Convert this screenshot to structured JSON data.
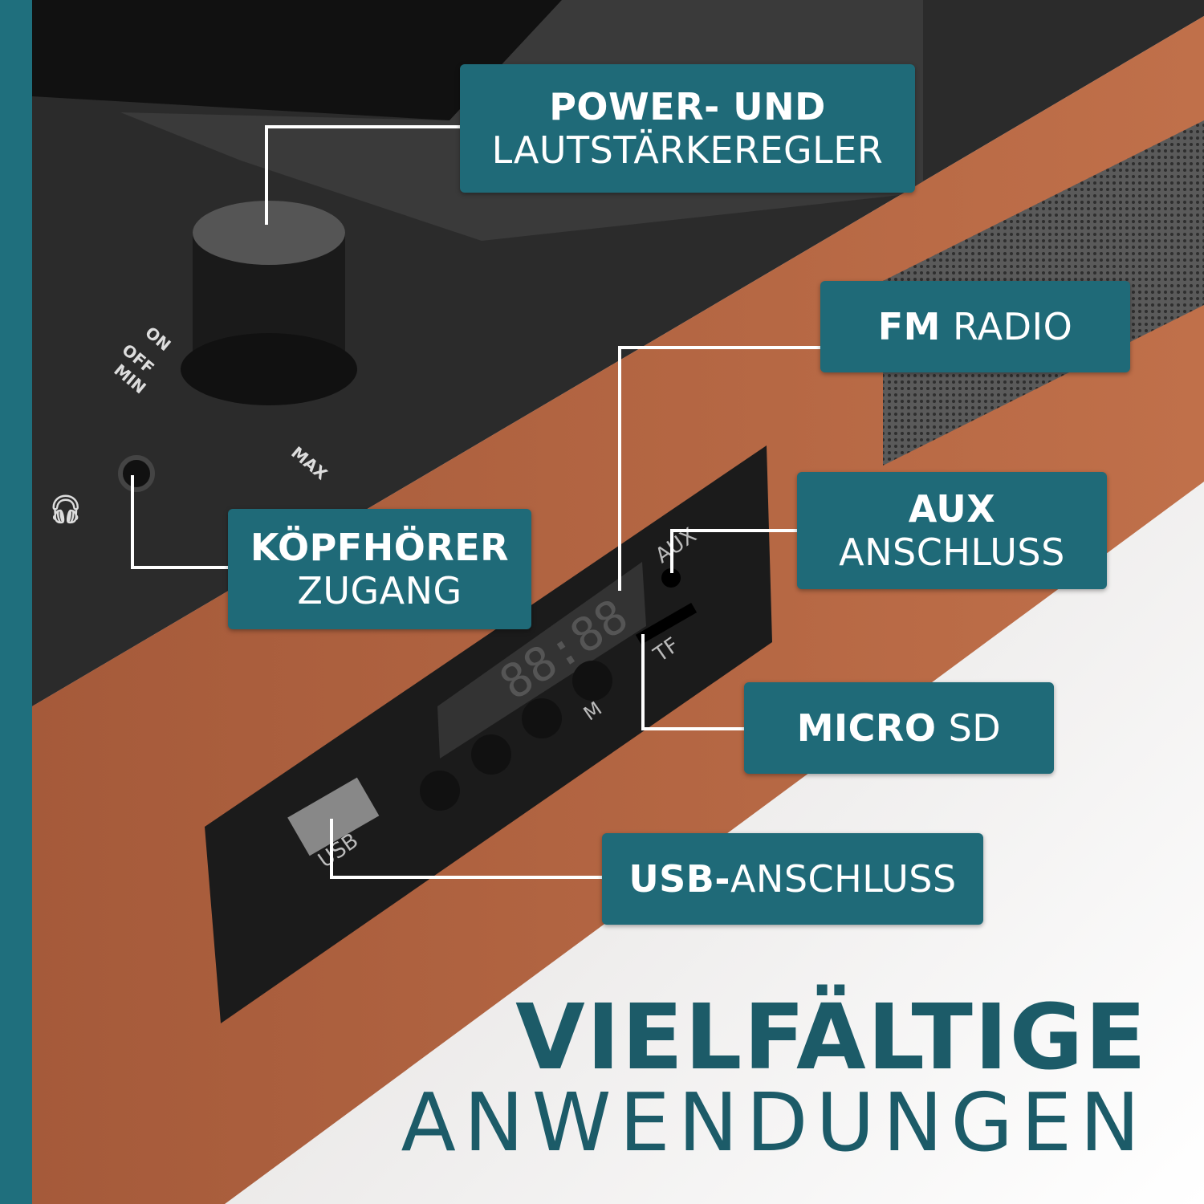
{
  "labels": {
    "power": {
      "bold": "POWER- UND",
      "regular": "LAUTSTÄRKEREGLER"
    },
    "fm": {
      "bold": "FM",
      "regular": " RADIO"
    },
    "aux": {
      "bold": "AUX",
      "regular": "ANSCHLUSS"
    },
    "headphone": {
      "bold": "KÖPFHÖRER",
      "regular": "ZUGANG"
    },
    "microsd": {
      "bold": "MICRO",
      "regular": " SD"
    },
    "usb": {
      "bold": "USB-",
      "regular": "ANSCHLUSS"
    }
  },
  "headline": {
    "line1": "VIELFÄLTIGE",
    "line2": "ANWENDUNGEN"
  },
  "device_markings": {
    "on": "ON",
    "off": "OFF",
    "min": "MIN",
    "max": "MAX",
    "aux": "AUX",
    "tf": "TF",
    "usb": "USB",
    "m": "M",
    "display": "88:88"
  },
  "colors": {
    "accent": "#1f6a78",
    "headline": "#1c5b68",
    "wood": "#a55a3a"
  }
}
